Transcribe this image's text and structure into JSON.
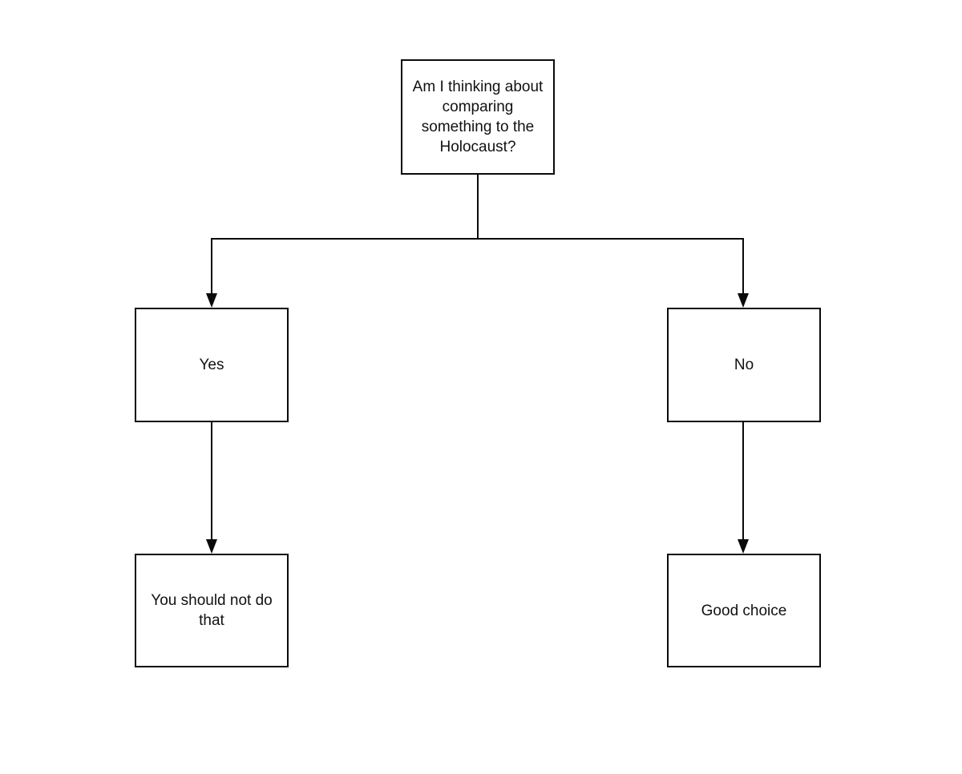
{
  "diagram": {
    "type": "flowchart",
    "background": "#ffffff",
    "colors": {
      "node_fill": "#ffffff",
      "node_border": "#0a0a0a",
      "connector": "#0a0a0a",
      "text": "#111111"
    },
    "nodes": {
      "root": {
        "label": "Am I thinking about comparing something to the Holocaust?"
      },
      "yes": {
        "label": "Yes"
      },
      "no": {
        "label": "No"
      },
      "yes_outcome": {
        "label": "You should not do that"
      },
      "no_outcome": {
        "label": "Good choice"
      }
    },
    "edges": [
      {
        "from": "root",
        "to": "yes",
        "arrow": true
      },
      {
        "from": "root",
        "to": "no",
        "arrow": true
      },
      {
        "from": "yes",
        "to": "yes_outcome",
        "arrow": true
      },
      {
        "from": "no",
        "to": "no_outcome",
        "arrow": true
      }
    ]
  }
}
